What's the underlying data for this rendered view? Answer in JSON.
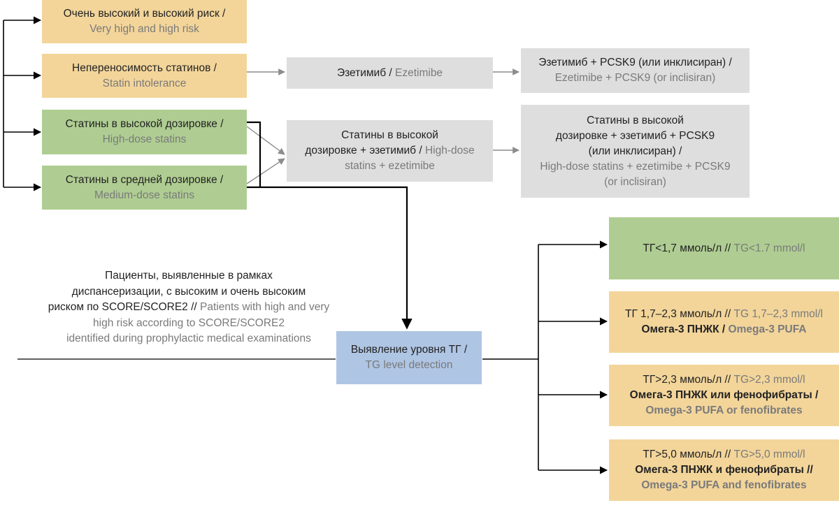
{
  "colors": {
    "yellow": "#f3d59a",
    "green": "#afcd92",
    "grey": "#dedede",
    "blue": "#afc5e4",
    "english_text": "#7a7a7a",
    "connector_black": "#000000",
    "connector_grey": "#8c8c8c"
  },
  "boxes": {
    "risk": {
      "ru": "Очень высокий и высокий риск /",
      "en": "Very high and high risk"
    },
    "intolerance": {
      "ru": "Непереносимость статинов /",
      "en": "Statin intolerance"
    },
    "high_dose": {
      "ru": "Статины в высокой дозировке /",
      "en": "High-dose statins"
    },
    "medium_dose": {
      "ru": "Статины в средней дозировке /",
      "en": "Medium-dose statins"
    },
    "ezetimibe": {
      "ru": "Эзетимиб /",
      "en": "Ezetimibe"
    },
    "ezetimibe_pcsk9": {
      "ru": "Эзетимиб + PCSK9 (или инклисиран) /",
      "en": "Ezetimibe + PCSK9 (or inclisiran)"
    },
    "statins_ezetimibe": {
      "ru_1": "Статины в высокой",
      "ru_2": "дозировке + эзетимиб /",
      "en_2": "High-dose",
      "en_3": "statins + ezetimibe"
    },
    "statins_ezetimibe_pcsk9": {
      "ru_1": "Статины в высокой",
      "ru_2": "дозировке + эзетимиб + PCSK9",
      "ru_3": "(или инклисиран) /",
      "en_4": "High-dose statins + ezetimibe + PCSK9",
      "en_5": "(or inclisiran)"
    },
    "tg_detection": {
      "ru": "Выявление уровня ТГ /",
      "en": "TG level detection"
    },
    "tg_low": {
      "ru": "ТГ<1,7 ммоль/л //",
      "en": "TG<1.7 mmol/l"
    },
    "tg_mid": {
      "ru": "ТГ 1,7–2,3 ммоль/л //",
      "en": "TG 1,7–2,3 mmol/l",
      "rx_ru": "Омега-3 ПНЖК /",
      "rx_en": "Omega-3 PUFA"
    },
    "tg_high": {
      "ru": "ТГ>2,3 ммоль/л //",
      "en": "TG>2,3 mmol/l",
      "rx_ru": "Омега-3 ПНЖК или фенофибраты /",
      "rx_en": "Omega-3 PUFA or fenofibrates"
    },
    "tg_very_high": {
      "ru": "ТГ>5,0 ммоль/л //",
      "en": "TG>5,0 mmol/l",
      "rx_ru": "Омега-3 ПНЖК и фенофибраты //",
      "rx_en": "Omega-3 PUFA and fenofibrates"
    }
  },
  "patients": {
    "ru_1": "Пациенты, выявленные в рамках",
    "ru_2": "диспансеризации, с высоким и очень высоким",
    "ru_3": "риском по SCORE/SCORE2 //",
    "en_3": "Patients with high and very",
    "en_4": "high risk according to SCORE/SCORE2",
    "en_5": "identified during prophylactic medical examinations"
  }
}
